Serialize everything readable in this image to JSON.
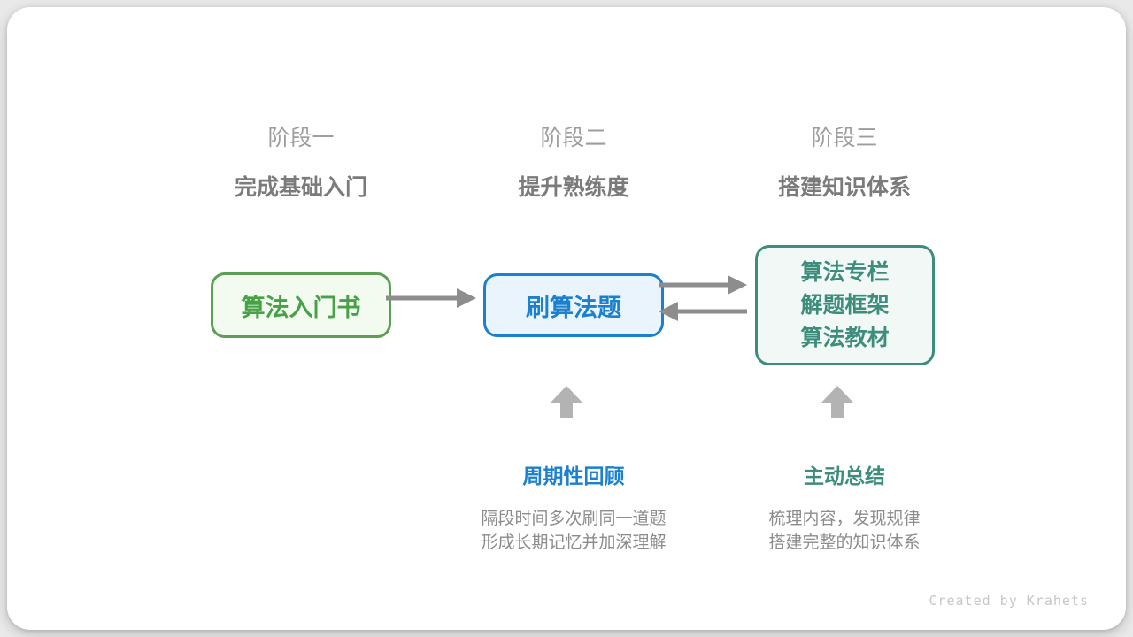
{
  "colors": {
    "green_border": "#5c9f54",
    "green_text": "#47a247",
    "green_fill": "#f3faf0",
    "blue": "#1b80ce",
    "blue_fill": "#eaf4fc",
    "teal": "#3d8d7d",
    "teal_fill": "#f1f8f5",
    "connector_arrow": "#8d8d8d",
    "up_arrow": "#b3b3b3",
    "stage_label": "#9d9d9d",
    "stage_title": "#7b7b7b",
    "description_text": "#8c8c8c",
    "watermark_text": "#c7c7c7"
  },
  "stages": [
    {
      "label": "阶段一",
      "title": "完成基础入门"
    },
    {
      "label": "阶段二",
      "title": "提升熟练度"
    },
    {
      "label": "阶段三",
      "title": "搭建知识体系"
    }
  ],
  "nodes": {
    "intro_book": {
      "line1": "算法入门书"
    },
    "practice": {
      "line1": "刷算法题"
    },
    "resources": {
      "line1": "算法专栏",
      "line2": "解题框架",
      "line3": "算法教材"
    }
  },
  "connectors": {
    "intro_to_practice": "right-arrow",
    "practice_to_resources": "right-arrow",
    "resources_to_practice": "left-arrow",
    "review_up": "up-arrow",
    "summarize_up": "up-arrow"
  },
  "annotations": {
    "review": {
      "title": "周期性回顾",
      "line1": "隔段时间多次刷同一道题",
      "line2": "形成长期记忆并加深理解"
    },
    "summarize": {
      "title": "主动总结",
      "line1": "梳理内容，发现规律",
      "line2": "搭建完整的知识体系"
    }
  },
  "watermark": "Created by Krahets"
}
